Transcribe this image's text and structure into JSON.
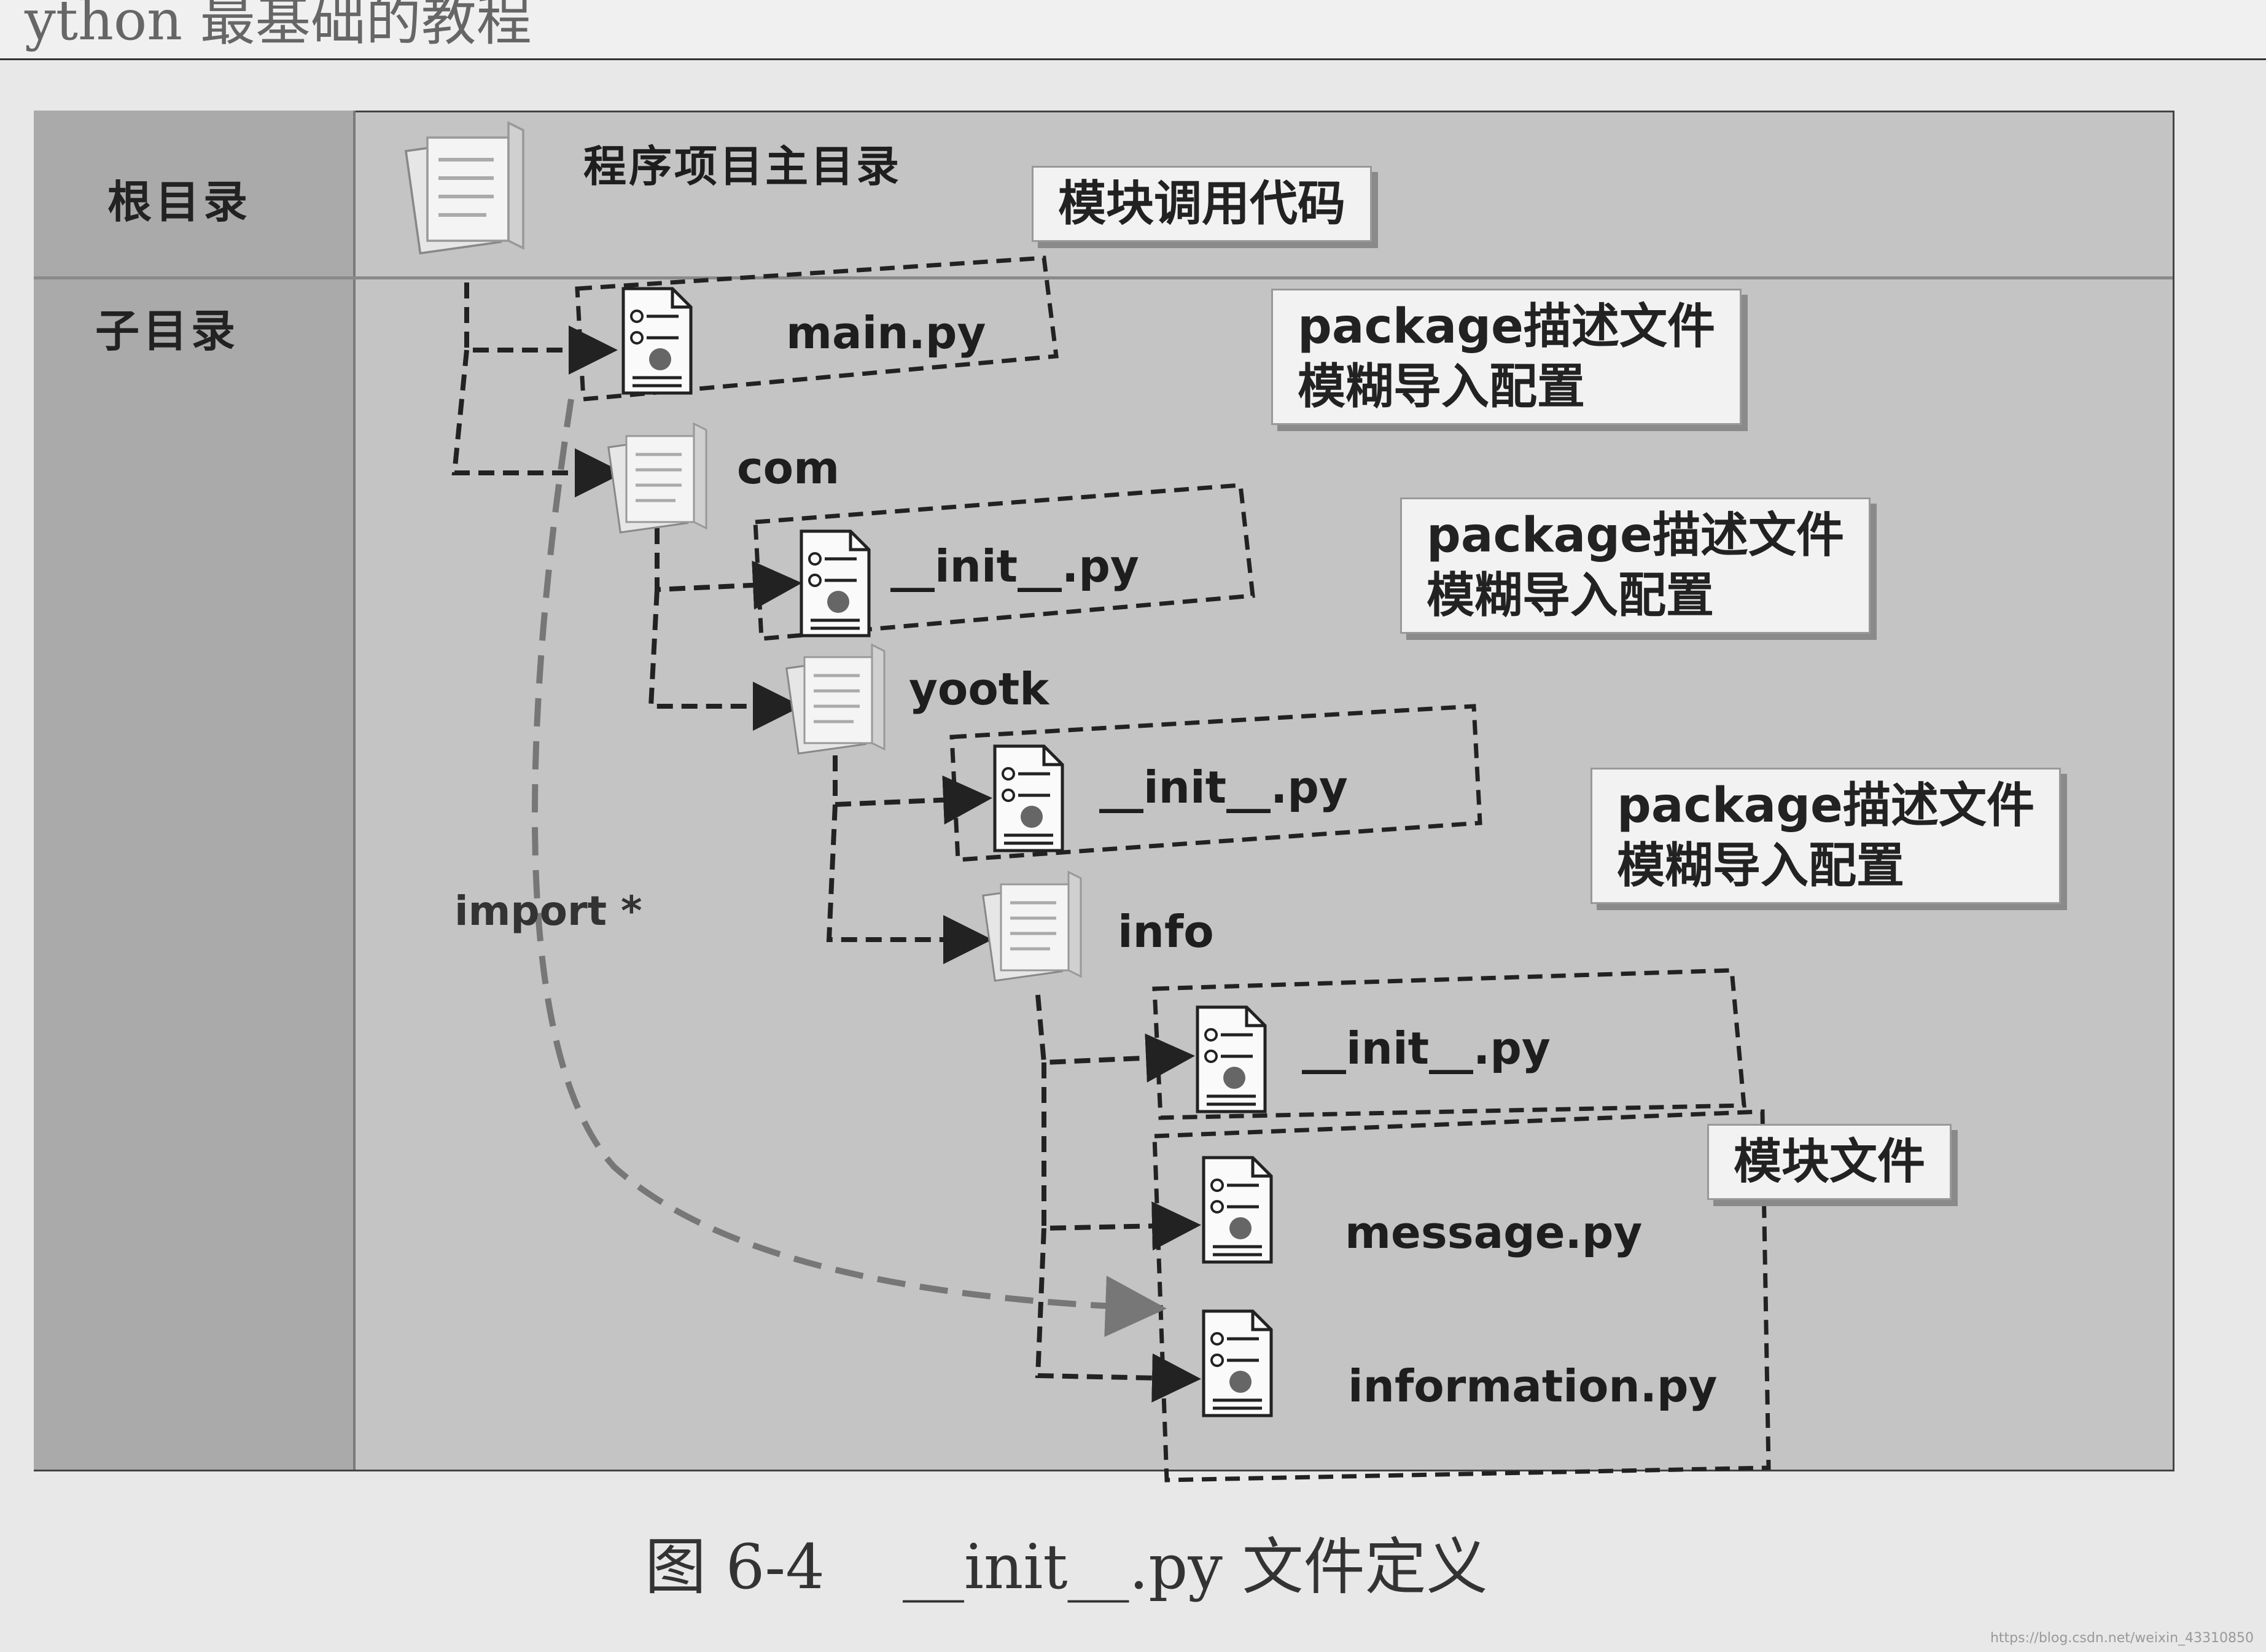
{
  "header": {
    "partial_text": "ython 最基础的教程"
  },
  "rows": {
    "root_label": "根目录",
    "sub_label": "子目录"
  },
  "root": {
    "title": "程序项目主目录"
  },
  "nodes": {
    "main": "main.py",
    "com": "com",
    "com_init": "__init__.py",
    "yootk": "yootk",
    "yootk_init": "__init__.py",
    "info": "info",
    "info_init": "__init__.py",
    "message": "message.py",
    "information": "information.py"
  },
  "callouts": {
    "module_call": "模块调用代码",
    "pkg1_line1": "package描述文件",
    "pkg1_line2": "模糊导入配置",
    "pkg2_line1": "package描述文件",
    "pkg2_line2": "模糊导入配置",
    "pkg3_line1": "package描述文件",
    "pkg3_line2": "模糊导入配置",
    "module_file": "模块文件"
  },
  "import_label": "import *",
  "caption": "图 6-4    __init__.py 文件定义",
  "watermark": "https://blog.csdn.net/weixin_43310850"
}
